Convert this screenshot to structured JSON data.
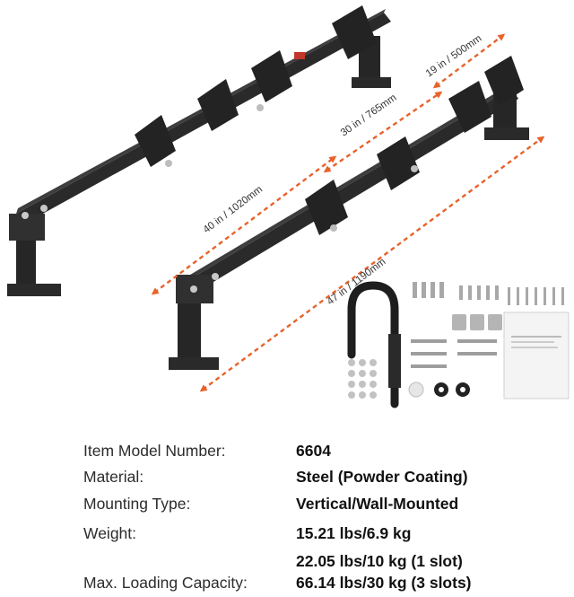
{
  "figure": {
    "dimensions": {
      "width_top": "19 in / 500mm",
      "slot_spacing": "30 in / 765mm",
      "rack_length": "40 in / 1020mm",
      "overall_length": "47 in / 1190mm"
    },
    "accent_color": "#e8622a",
    "metal_color": "#2a2a2a"
  },
  "specs": {
    "model_label": "Item Model Number:",
    "model_value": "6604",
    "material_label": "Material:",
    "material_value": "Steel (Powder Coating)",
    "mounting_label": "Mounting Type:",
    "mounting_value": "Vertical/Wall-Mounted",
    "weight_label": "Weight:",
    "weight_value": "15.21 lbs/6.9 kg",
    "capacity_label": "Max. Loading Capacity:",
    "capacity_value_1": "22.05 lbs/10 kg (1 slot)",
    "capacity_value_2": "66.14 lbs/30 kg (3 slots)"
  }
}
